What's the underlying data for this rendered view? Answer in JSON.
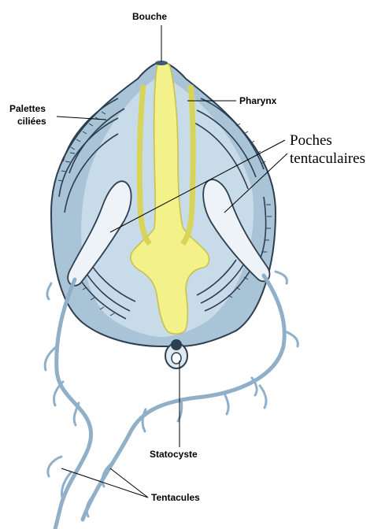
{
  "labels": {
    "bouche": "Bouche",
    "pharynx": "Pharynx",
    "palettes_line1": "Palettes",
    "palettes_line2": "ciliées",
    "poches_line1": "Poches",
    "poches_line2": "tentaculaires",
    "statocyste": "Statocyste",
    "tentacules": "Tentacules"
  },
  "colors": {
    "body_fill": "#a9c3d7",
    "body_inner": "#c8dbe8",
    "outline": "#2c3e50",
    "pharynx_fill": "#f3f28a",
    "tentacle": "#8fb0c8",
    "pocket_fill": "#eef3f7",
    "leader": "#000000"
  }
}
